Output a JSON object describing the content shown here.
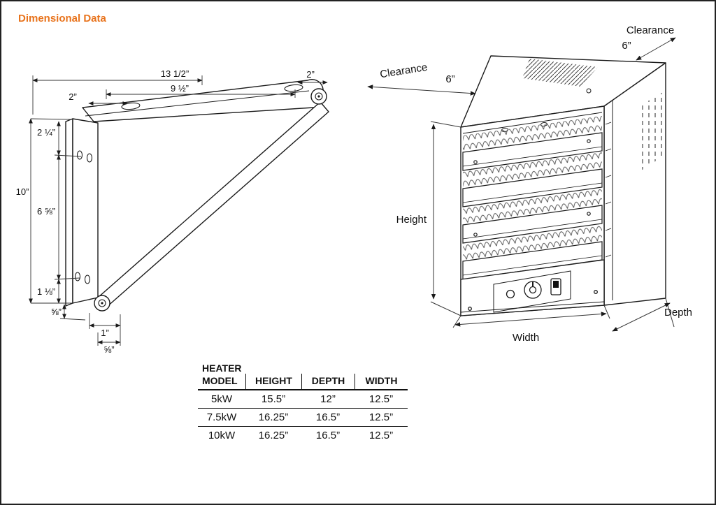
{
  "page": {
    "title": "Dimensional Data",
    "accent_color": "#e8731c",
    "border_color": "#222222"
  },
  "bracket_diagram": {
    "name": "wall-mounting-bracket-dimensions",
    "dims": {
      "arm_length": "13 1/2”",
      "slot_span": "9 ½”",
      "left_slot_offset": "2”",
      "right_slot_offset": "2”",
      "top_hole_offset": "2 ¼”",
      "plate_height": "10”",
      "hole_spacing": "6 ⅝”",
      "lower_hole_offset": "1 ⅛”",
      "plate_bottom_offset": "⅝”",
      "foot_depth": "1”",
      "foot_offset": "⅝”"
    }
  },
  "heater_diagram": {
    "name": "unit-heater-with-clearances",
    "labels": {
      "clearance_top": "Clearance",
      "clearance_top_value": "6”",
      "clearance_side": "Clearance",
      "clearance_side_value": "6”",
      "height": "Height",
      "width": "Width",
      "depth": "Depth"
    }
  },
  "table": {
    "header_model_line1": "HEATER",
    "header_model_line2": "MODEL",
    "columns": [
      "HEIGHT",
      "DEPTH",
      "WIDTH"
    ],
    "rows": [
      {
        "model": "5kW",
        "height": "15.5”",
        "depth": "12”",
        "width": "12.5”"
      },
      {
        "model": "7.5kW",
        "height": "16.25”",
        "depth": "16.5”",
        "width": "12.5”"
      },
      {
        "model": "10kW",
        "height": "16.25”",
        "depth": "16.5”",
        "width": "12.5”"
      }
    ]
  }
}
